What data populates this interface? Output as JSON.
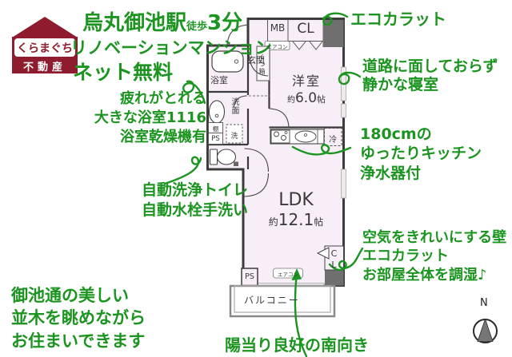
{
  "logo": {
    "name": "くらまぐち",
    "type": "不動産"
  },
  "headline": {
    "line1_station": "烏丸御池駅",
    "line1_small": "徒歩",
    "line1_min": "3分",
    "line2": "リノベーションマンション",
    "line3": "ネット無料"
  },
  "notes": {
    "eco_top": "エコカラット",
    "quiet": [
      "道路に面しておらず",
      "静かな寝室"
    ],
    "bath": [
      "疲れがとれる",
      "大きな浴室1116",
      "浴室乾燥機有"
    ],
    "toilet": [
      "自動洗浄トイレ",
      "自動水栓手洗い"
    ],
    "kitchen": [
      "180cmの",
      "ゆったりキッチン",
      "浄水器付"
    ],
    "eco_wall": [
      "空気をきれいにする壁",
      "エコカラット",
      "お部屋全体を調湿♪"
    ],
    "view": [
      "御池通の美しい",
      "並木を眺めながら",
      "お住まいできます"
    ],
    "south": "陽当り良好の南向き"
  },
  "plan": {
    "western_room": {
      "name": "洋室",
      "size_prefix": "約",
      "size_value": "6.0",
      "size_unit": "帖"
    },
    "ldk": {
      "name": "LDK",
      "size_prefix": "約",
      "size_value": "12.1",
      "size_unit": "帖"
    },
    "balcony": "バルコニー",
    "entrance": "玄関",
    "bathroom": "浴室",
    "washroom": "洗面",
    "shoebox": "くつ箱",
    "mb": "MB",
    "cl_top": "CL",
    "cl_bottom": "CL",
    "aircon_top": "エアコン",
    "aircon_bottom": "エアコン",
    "shelf": "棚",
    "ps_left": "PS",
    "ps_bottom": "PS",
    "washer": "洗",
    "fridge": "冷"
  },
  "compass": {
    "north": "N"
  },
  "colors": {
    "green": "#1b9420",
    "maroon": "#8e1c2e",
    "plan_fill": "#f8eef8",
    "wall": "#3c3c3c",
    "gray_block": "#6f6f6f"
  }
}
